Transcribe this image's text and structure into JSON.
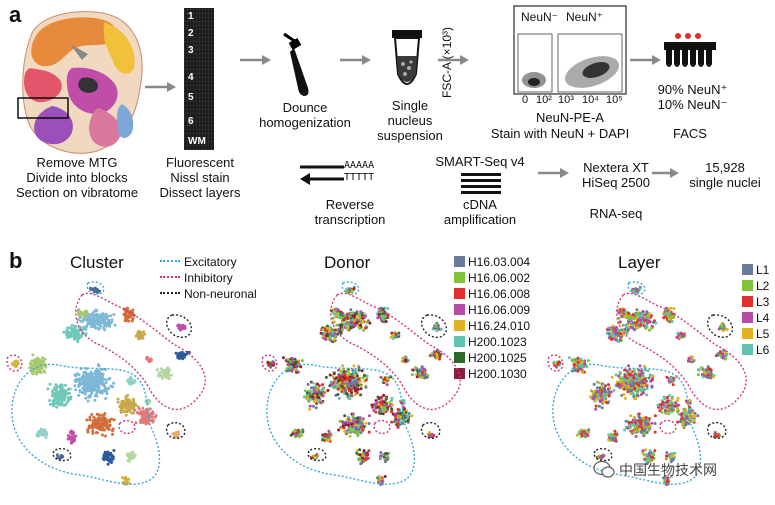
{
  "panel_a": {
    "letter": "a",
    "brain": {
      "caption": [
        "Remove MTG",
        "Divide into blocks",
        "Section on vibratome"
      ]
    },
    "nissl": {
      "layer_labels": [
        "1",
        "2",
        "3",
        "4",
        "5",
        "6",
        "WM"
      ],
      "caption": [
        "Fluorescent",
        "Nissl stain",
        "Dissect layers"
      ]
    },
    "dounce": {
      "caption": [
        "Dounce",
        "homogenization"
      ]
    },
    "tube": {
      "caption": [
        "Single",
        "nucleus",
        "suspension"
      ]
    },
    "facs_plot": {
      "gate_neg": "NeuN⁻",
      "gate_pos": "NeuN⁺",
      "y_axis": "FSC-A (×10³)",
      "x_axis": "NeuN-PE-A",
      "x_ticks": [
        "0",
        "10²",
        "10³",
        "10⁴",
        "10⁵"
      ],
      "caption": "Stain with NeuN + DAPI"
    },
    "facs_result": {
      "lines": [
        "90% NeuN⁺",
        "10% NeuN⁻"
      ],
      "caption": "FACS"
    },
    "rt": {
      "seq_top": "AAAAA",
      "seq_bottom": "TTTTT",
      "caption": [
        "Reverse",
        "transcription"
      ]
    },
    "smartseq": {
      "title": "SMART-Seq v4",
      "caption": [
        "cDNA",
        "amplification"
      ]
    },
    "nextera": {
      "lines": [
        "Nextera XT",
        "HiSeq 2500"
      ],
      "caption": "RNA-seq"
    },
    "result": {
      "lines": [
        "15,928",
        "single nuclei"
      ]
    }
  },
  "panel_b": {
    "letter": "b",
    "titles": {
      "cluster": "Cluster",
      "donor": "Donor",
      "layer": "Layer"
    },
    "class_legend": [
      {
        "label": "Excitatory",
        "color": "#35a9d6"
      },
      {
        "label": "Inhibitory",
        "color": "#d6317e"
      },
      {
        "label": "Non-neuronal",
        "color": "#222222"
      }
    ],
    "donor_legend": [
      {
        "label": "H16.03.004",
        "color": "#677d9a"
      },
      {
        "label": "H16.06.002",
        "color": "#7ec33a"
      },
      {
        "label": "H16.06.008",
        "color": "#e0302b"
      },
      {
        "label": "H16.06.009",
        "color": "#b44ba5"
      },
      {
        "label": "H16.24.010",
        "color": "#e3b222"
      },
      {
        "label": "H200.1023",
        "color": "#5fc4b0"
      },
      {
        "label": "H200.1025",
        "color": "#2d6a2a"
      },
      {
        "label": "H200.1030",
        "color": "#8a1f3c"
      }
    ],
    "layer_legend": [
      {
        "label": "L1",
        "color": "#677d9a"
      },
      {
        "label": "L2",
        "color": "#7ec33a"
      },
      {
        "label": "L3",
        "color": "#e0302b"
      },
      {
        "label": "L4",
        "color": "#b44ba5"
      },
      {
        "label": "L5",
        "color": "#e3b222"
      },
      {
        "label": "L6",
        "color": "#5fc4b0"
      }
    ]
  },
  "watermark": {
    "text": "中国生物技术网"
  }
}
